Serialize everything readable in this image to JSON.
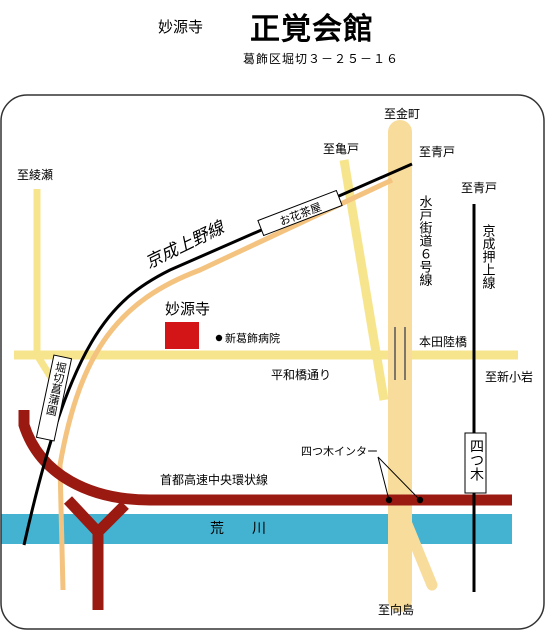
{
  "header": {
    "temple_name": "妙源寺",
    "hall_name": "正覚会館",
    "address": "葛飾区堀切３－２５－１６"
  },
  "map": {
    "labels": {
      "to_kanamachi": "至金町",
      "to_kameido": "至亀戸",
      "to_aoto_1": "至青戸",
      "to_aoto_2": "至青戸",
      "to_ayase": "至綾瀬",
      "to_shinkoiwa": "至新小岩",
      "to_mukojima": "至向島",
      "keisei_ueno_line": "京成上野線",
      "ohanajaya_station": "お花茶屋",
      "horikiri_station": "堀切菖蒲園",
      "mito_kaido": "水戸街道６号線",
      "keisei_oshiage_line": "京成押上線",
      "yotsugi_station": "四つ木",
      "myogenji": "妙源寺",
      "hospital": "新葛飾病院",
      "honda_rikkyo": "本田陸橋",
      "heiwabashi_dori": "平和橋通り",
      "yotsugi_interchange": "四つ木インター",
      "expressway": "首都高速中央環状線",
      "arakawa": "荒　　川"
    },
    "colors": {
      "road": "#f7e58e",
      "mito_kaido": "#f8dc9b",
      "diagonal_road": "#f3c37f",
      "expressway": "#9a1910",
      "river": "#43b3d1",
      "temple_marker": "#d31518",
      "rail": "#000000",
      "border": "#333333"
    }
  }
}
